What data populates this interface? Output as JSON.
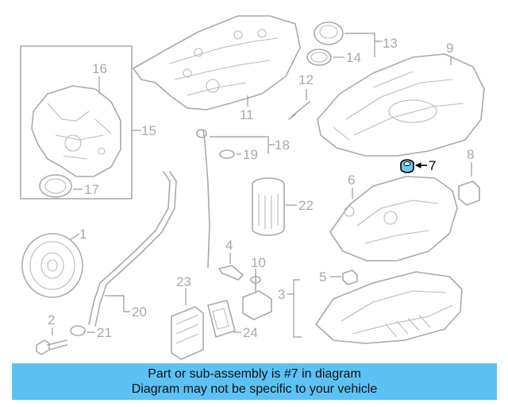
{
  "callouts": {
    "c1": "1",
    "c2": "2",
    "c3": "3",
    "c4": "4",
    "c5": "5",
    "c6": "6",
    "c7": "7",
    "c8": "8",
    "c9": "9",
    "c10": "10",
    "c11": "11",
    "c12": "12",
    "c13": "13",
    "c14": "14",
    "c15": "15",
    "c16": "16",
    "c17": "17",
    "c18": "18",
    "c19": "19",
    "c20": "20",
    "c21": "21",
    "c22": "22",
    "c23": "23",
    "c24": "24"
  },
  "highlight_color": "#000000",
  "line_color": "#a9a9a9",
  "banner": {
    "line1": "Part or sub-assembly is #7 in diagram",
    "line2": "Diagram may not be specific to your vehicle",
    "background": "#5bc2f3"
  }
}
